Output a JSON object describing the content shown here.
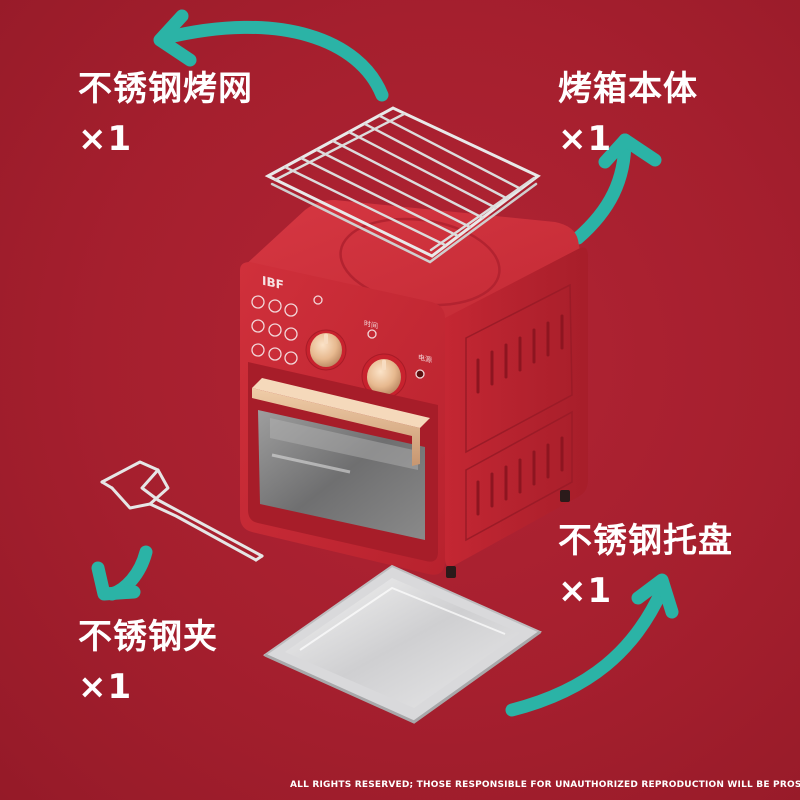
{
  "labels": {
    "rack": {
      "name": "不锈钢烤网",
      "qty": "×1"
    },
    "body": {
      "name": "烤箱本体",
      "qty": "×1"
    },
    "tray": {
      "name": "不锈钢托盘",
      "qty": "×1"
    },
    "tongs": {
      "name": "不锈钢夹",
      "qty": "×1"
    }
  },
  "oven": {
    "brand": "IBF",
    "panel_text_1": "电源",
    "panel_text_2": "时间"
  },
  "footer": "ALL RIGHTS RESERVED; THOSE RESPONSIBLE FOR UNAUTHORIZED REPRODUCTION WILL BE PROSECUTED",
  "colors": {
    "background": "#a51f2e",
    "oven_red": "#c72a35",
    "arrow_teal": "#2bb3a6",
    "knob_gold": "#e7b98f",
    "text": "#ffffff"
  }
}
